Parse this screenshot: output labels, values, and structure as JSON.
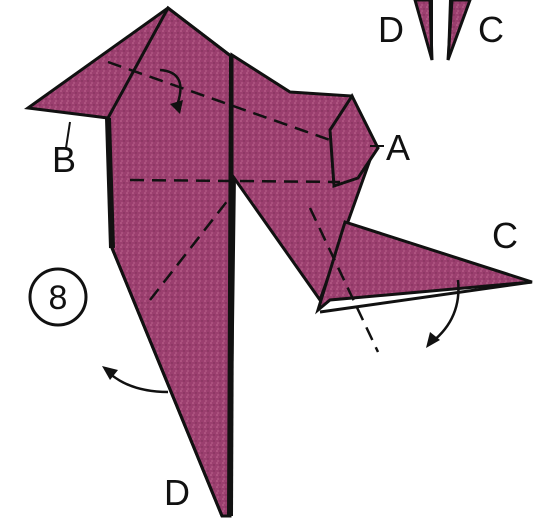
{
  "step": {
    "number": "8"
  },
  "labels": {
    "a": "A",
    "b": "B",
    "c_right": "C",
    "c_top": "C",
    "d_bottom": "D",
    "d_top": "D"
  },
  "colors": {
    "paper": "#9b3f6f",
    "paper_light": "#c46a94",
    "outline": "#111111",
    "background": "#ffffff"
  },
  "icons": {
    "fold_arrow_left": "curved-arrow-icon",
    "fold_arrow_right": "curved-arrow-icon",
    "fold_arrow_top": "curved-arrow-icon"
  }
}
